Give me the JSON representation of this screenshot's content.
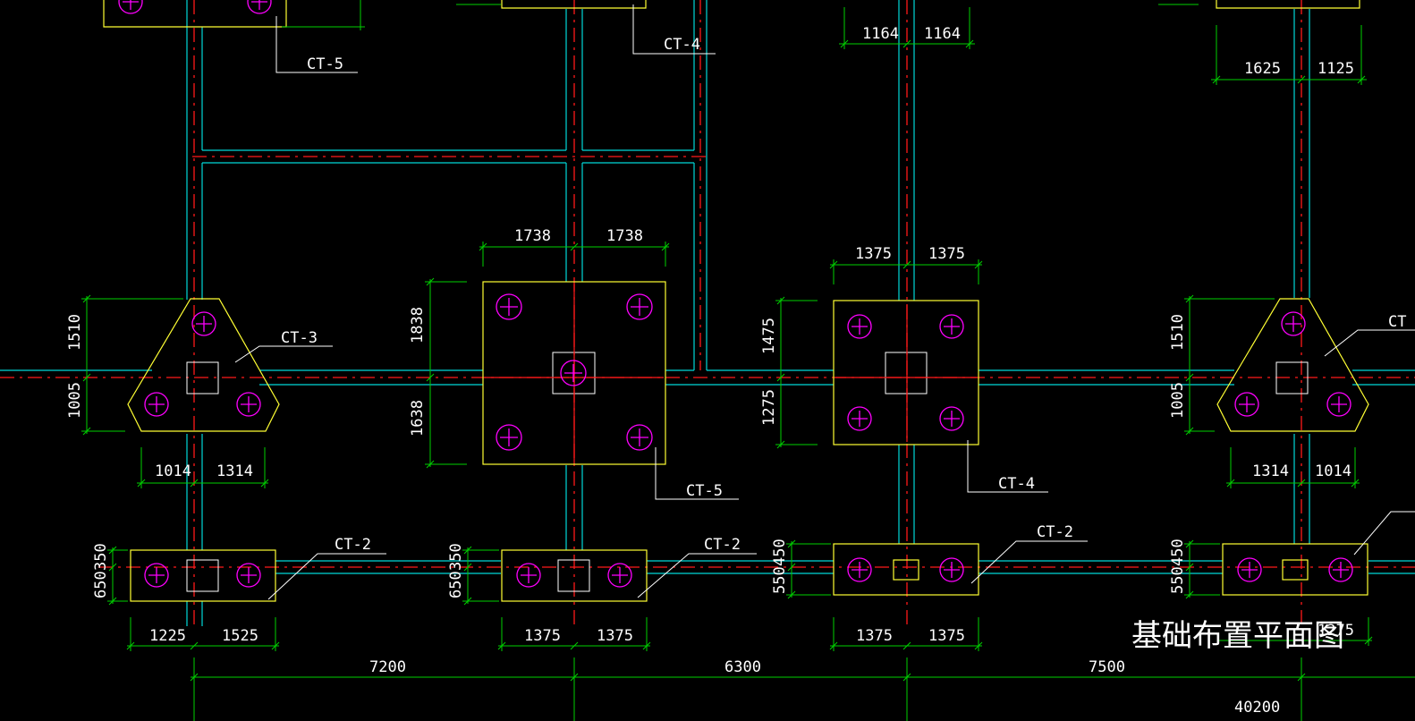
{
  "labels": {
    "ct2_a": "CT-2",
    "ct2_b": "CT-2",
    "ct2_c": "CT-2",
    "ct3_a": "CT-3",
    "ct3_b": "CT",
    "ct4_a": "CT-4",
    "ct4_b": "CT-4",
    "ct5_a": "CT-5",
    "ct5_b": "CT-5"
  },
  "title": "基础布置平面图",
  "dims": {
    "top_1164_l": "1164",
    "top_1164_r": "1164",
    "top_1625": "1625",
    "top_1125": "1125",
    "ct5_w_l": "1738",
    "ct5_w_r": "1738",
    "ct5_h_t": "1838",
    "ct5_h_b": "1638",
    "ct4_w_l": "1375",
    "ct4_w_r": "1375",
    "ct4_h_t": "1475",
    "ct4_h_b": "1275",
    "ct3a_h_t": "1510",
    "ct3a_h_b": "1005",
    "ct3a_w_l": "1014",
    "ct3a_w_r": "1314",
    "ct3b_h_t": "1510",
    "ct3b_h_b": "1005",
    "ct3b_w_l": "1314",
    "ct3b_w_r": "1014",
    "ct2a_h_t": "350",
    "ct2a_h_b": "650",
    "ct2b_h_t": "350",
    "ct2b_h_b": "650",
    "ct2c_h_t": "450",
    "ct2c_h_b": "550",
    "ct2d_h_t": "450",
    "ct2d_h_b": "550",
    "ct2a_w_l": "1225",
    "ct2a_w_r": "1525",
    "ct2b_w_l": "1375",
    "ct2b_w_r": "1375",
    "ct2c_w_l": "1375",
    "ct2c_w_r": "1375",
    "ct2d_w_r": "1275",
    "span_1": "7200",
    "span_2": "6300",
    "span_3": "7500",
    "total": "40200"
  },
  "colors": {
    "background": "#000000",
    "dimension": "#00d000",
    "beam": "#00d8d8",
    "axis": "#ff1a1a",
    "cap_outline": "#ffff33",
    "pile": "#ff00ff",
    "text": "#ffffff"
  }
}
